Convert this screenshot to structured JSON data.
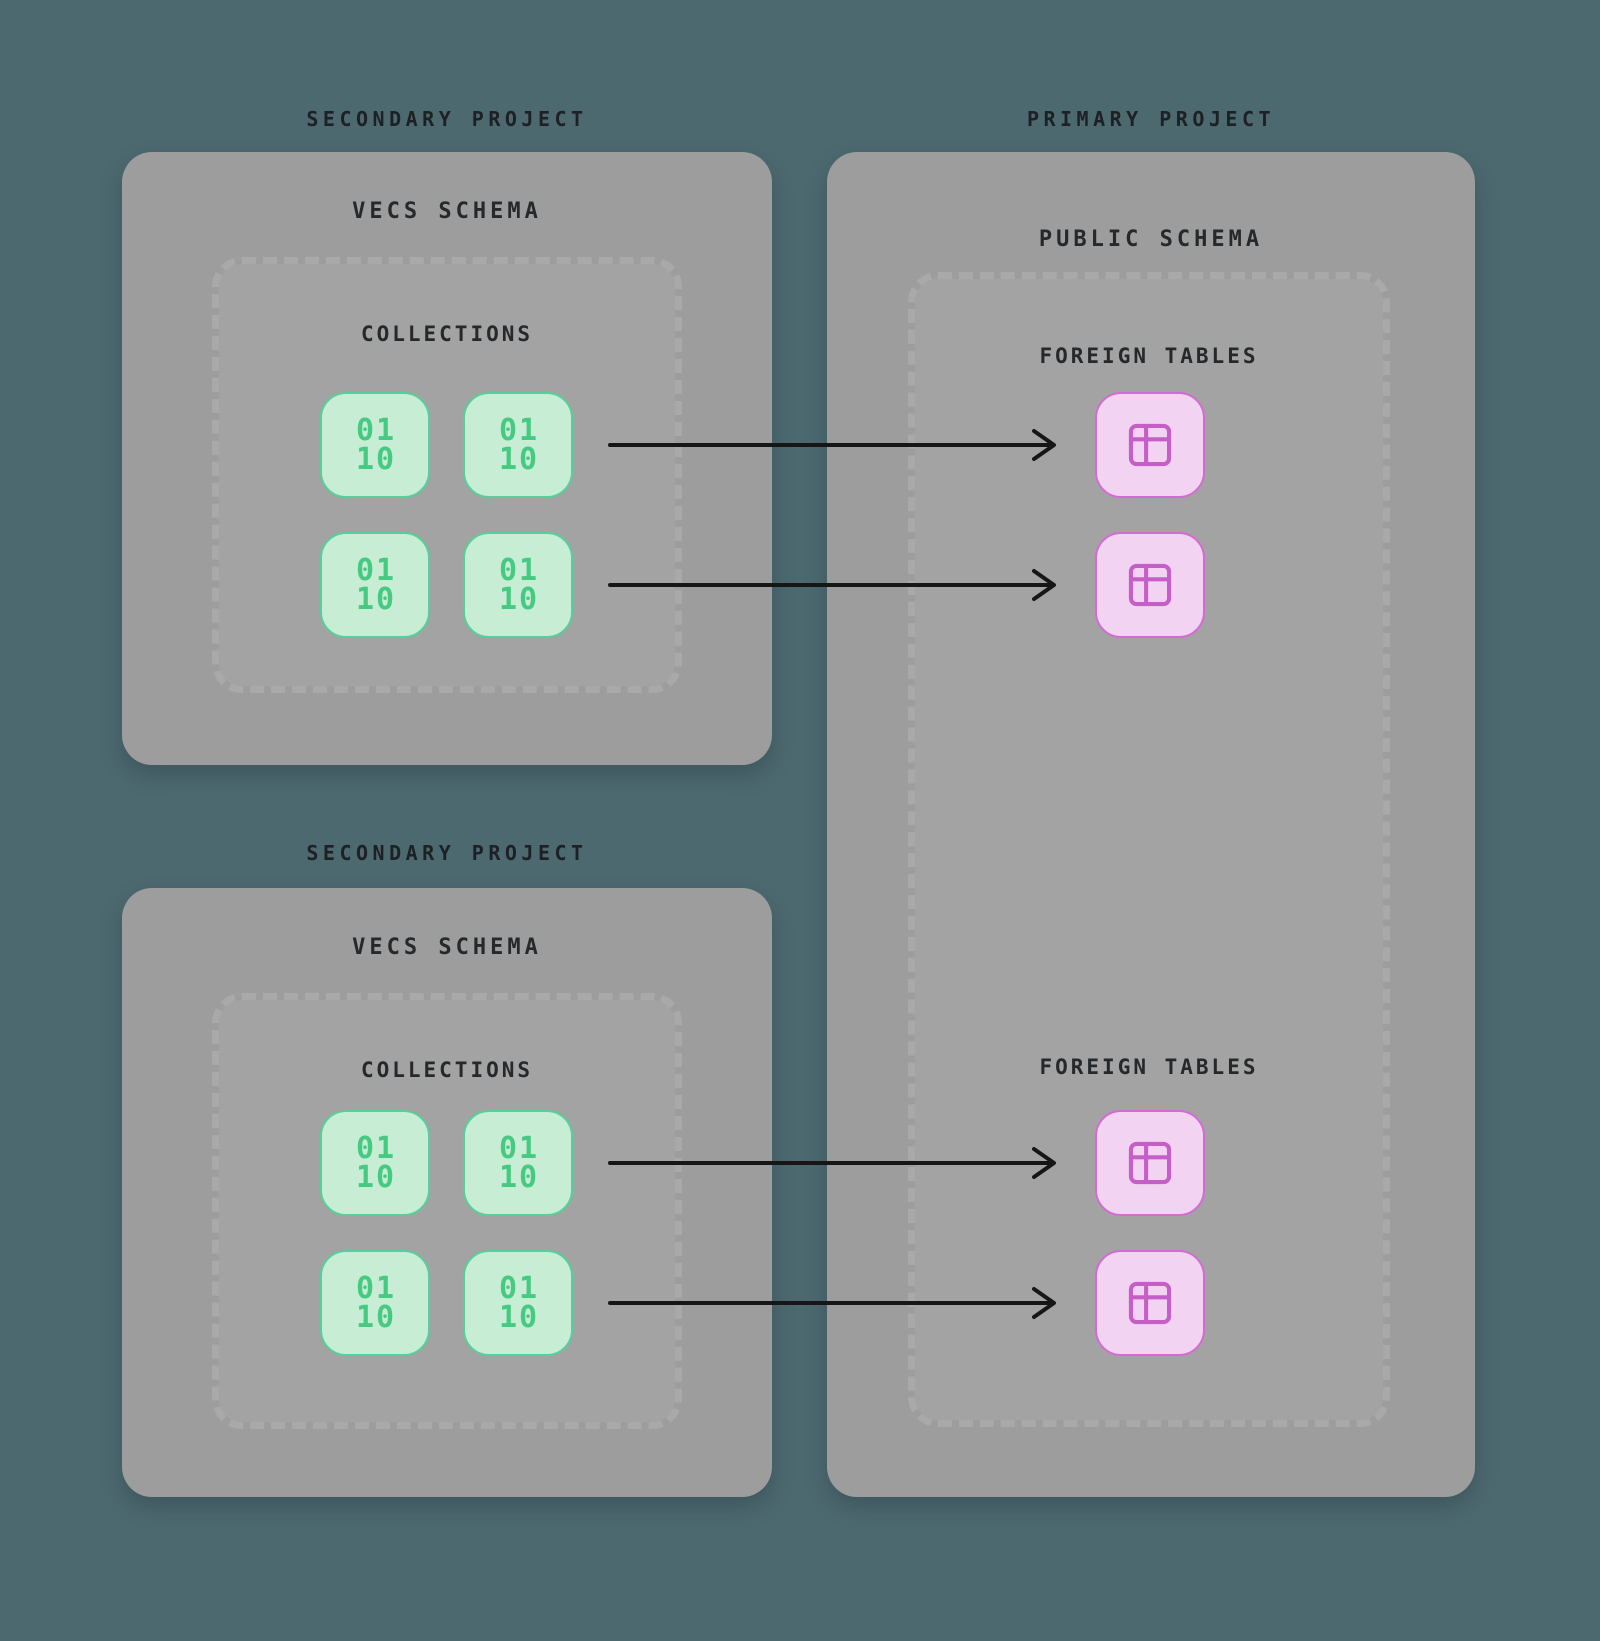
{
  "colors": {
    "background": "#4d6970",
    "project_box": "#9d9d9d",
    "inner_box": "#a3a3a3",
    "inner_box_dash": "#a9a9a9",
    "collection_fill": "#c7edd5",
    "collection_border": "#55d098",
    "collection_text": "#46c981",
    "table_fill": "#f2d4f2",
    "table_border": "#d56ad5",
    "table_icon_stroke": "#c65ec7",
    "label_text": "#1d2125",
    "arrow": "#161616"
  },
  "projects": [
    {
      "id": "secondary-top",
      "label": "SECONDARY PROJECT",
      "schema_title": "VECS SCHEMA",
      "group_title": "COLLECTIONS",
      "collections": [
        {
          "line1": "01",
          "line2": "10"
        },
        {
          "line1": "01",
          "line2": "10"
        },
        {
          "line1": "01",
          "line2": "10"
        },
        {
          "line1": "01",
          "line2": "10"
        }
      ]
    },
    {
      "id": "secondary-bottom",
      "label": "SECONDARY PROJECT",
      "schema_title": "VECS SCHEMA",
      "group_title": "COLLECTIONS",
      "collections": [
        {
          "line1": "01",
          "line2": "10"
        },
        {
          "line1": "01",
          "line2": "10"
        },
        {
          "line1": "01",
          "line2": "10"
        },
        {
          "line1": "01",
          "line2": "10"
        }
      ]
    },
    {
      "id": "primary",
      "label": "PRIMARY PROJECT",
      "schema_title": "PUBLIC SCHEMA",
      "groups": [
        {
          "title": "FOREIGN TABLES",
          "table_count": 2
        },
        {
          "title": "FOREIGN TABLES",
          "table_count": 2
        }
      ]
    }
  ],
  "connections": [
    {
      "from": "secondary-top collections",
      "to": "primary foreign tables (top)"
    },
    {
      "from": "secondary-top collections",
      "to": "primary foreign tables (top)"
    },
    {
      "from": "secondary-bottom collections",
      "to": "primary foreign tables (bottom)"
    },
    {
      "from": "secondary-bottom collections",
      "to": "primary foreign tables (bottom)"
    }
  ],
  "icons": {
    "collection": "binary-digits-icon",
    "foreign_table": "table-icon"
  }
}
